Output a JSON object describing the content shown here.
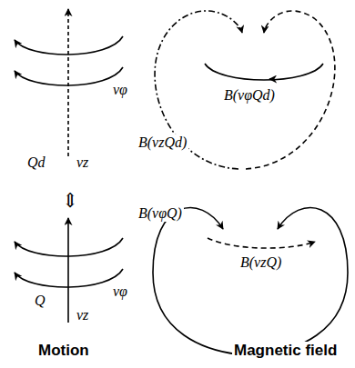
{
  "diagram": {
    "labels": [
      "vφ",
      "Qd",
      "vz",
      "B(vφQd)",
      "B(vzQd)",
      "⇕",
      "B(vφQ)",
      "vφ",
      "Q",
      "vz",
      "B(vzQ)",
      "Motion",
      "Magnetic field"
    ]
  }
}
